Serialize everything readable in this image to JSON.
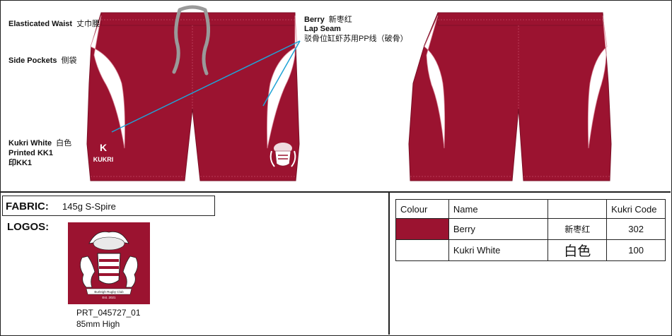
{
  "annotations": {
    "elasticated_waist": {
      "en": "Elasticated Waist",
      "cn": "丈巾腰"
    },
    "side_pockets": {
      "en": "Side Pockets",
      "cn": "侧袋"
    },
    "kukri_white": {
      "en": "Kukri White",
      "cn": "白色"
    },
    "printed_kk1": "Printed KK1",
    "print_kk1_cn": "印KK1",
    "berry": {
      "en": "Berry",
      "cn": "新枣红"
    },
    "lap_seam": "Lap Seam",
    "lap_seam_cn": "驳骨位缸虾苏用PP线（破骨）"
  },
  "garment": {
    "brand_mark": "KUKRI",
    "fill_color": "#9b1330",
    "accent_color": "#ffffff",
    "drawcord_color": "#9a9a9a",
    "leader_color": "#1fa3d6"
  },
  "fabric": {
    "label": "FABRIC:",
    "value": "145g S-Spire"
  },
  "logos": {
    "label": "LOGOS:",
    "code": "PRT_045727_01",
    "size": "85mm High",
    "tile_color": "#9b1330",
    "crest_lettering": [
      "Burleigh Rugby Club",
      "Est. 2021"
    ]
  },
  "colour_table": {
    "headers": {
      "colour": "Colour",
      "name": "Name",
      "cn": "",
      "code": "Kukri Code"
    },
    "rows": [
      {
        "swatch": "#9b1330",
        "name": "Berry",
        "cn": "新枣红",
        "code": "302"
      },
      {
        "swatch": "#ffffff",
        "name": "Kukri White",
        "cn": "白色",
        "code": "100"
      }
    ]
  }
}
